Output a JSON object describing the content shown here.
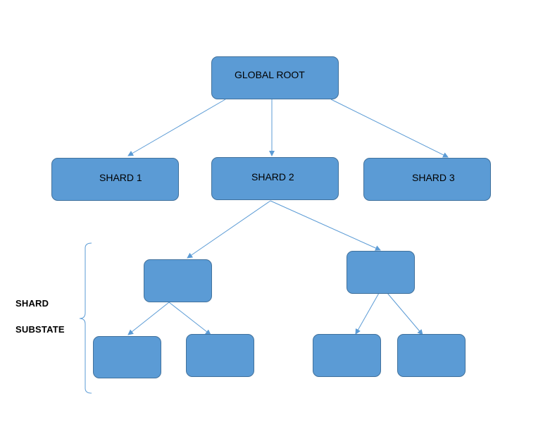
{
  "nodes": {
    "root": "GLOBAL ROOT",
    "shard1": "SHARD 1",
    "shard2": "SHARD 2",
    "shard3": "SHARD 3"
  },
  "substate_label": {
    "line1": "SHARD",
    "line2": "SUBSTATE"
  },
  "colors": {
    "node_fill": "#5b9bd5",
    "node_border": "#41719c",
    "edge": "#5b9bd5"
  }
}
